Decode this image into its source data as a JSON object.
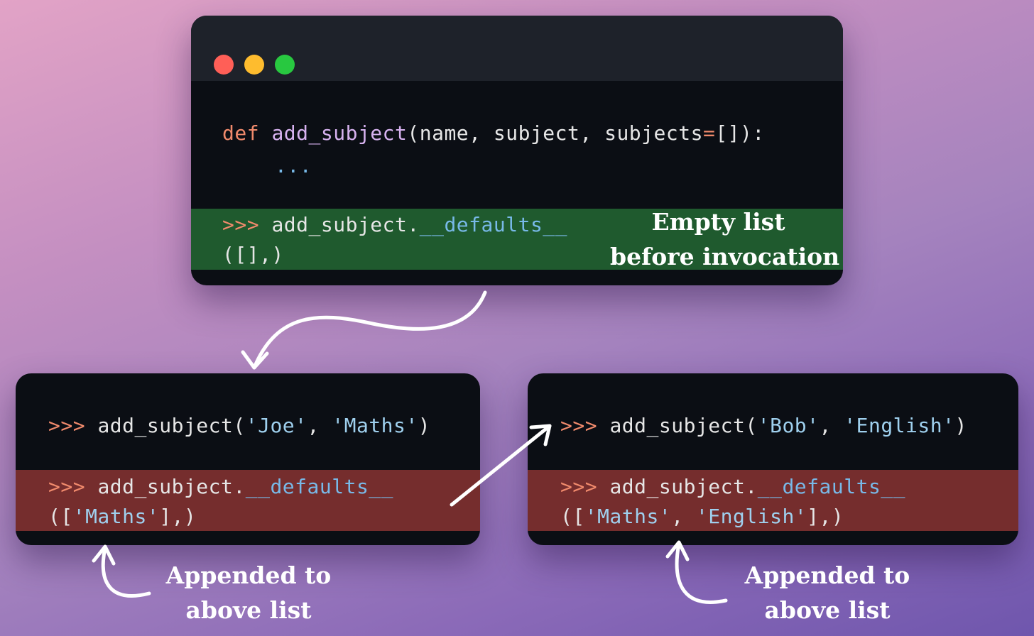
{
  "top_window": {
    "def_kw": "def",
    "fn_name": "add_subject",
    "params_a": "(name, subject, subjects",
    "eq": "=",
    "params_b": "[]):",
    "ellipsis": "...",
    "prompt": ">>>",
    "call_prefix": "add_subject.",
    "call_attr": "__defaults__",
    "result": "([],)",
    "note_line1": "Empty list",
    "note_line2": "before invocation"
  },
  "left_window": {
    "prompt": ">>>",
    "call_head": "add_subject(",
    "arg1": "'Joe'",
    "sep": ", ",
    "arg2": "'Maths'",
    "call_tail": ")",
    "prompt2": ">>>",
    "attr_prefix": "add_subject.",
    "attr": "__defaults__",
    "result_open": "([",
    "result_val": "'Maths'",
    "result_close": "],)"
  },
  "right_window": {
    "prompt": ">>>",
    "call_head": "add_subject(",
    "arg1": "'Bob'",
    "sep": ", ",
    "arg2": "'English'",
    "call_tail": ")",
    "prompt2": ">>>",
    "attr_prefix": "add_subject.",
    "attr": "__defaults__",
    "result_open": "([",
    "result_val1": "'Maths'",
    "result_sep": ", ",
    "result_val2": "'English'",
    "result_close": "],)"
  },
  "notes": {
    "left_line1": "Appended to",
    "left_line2": "above list",
    "right_line1": "Appended to",
    "right_line2": "above list"
  },
  "colors": {
    "green_band": "#1f5a2e",
    "red_band": "#752d2d",
    "window_bg": "#0b0e14",
    "titlebar_bg": "#1e222a"
  }
}
